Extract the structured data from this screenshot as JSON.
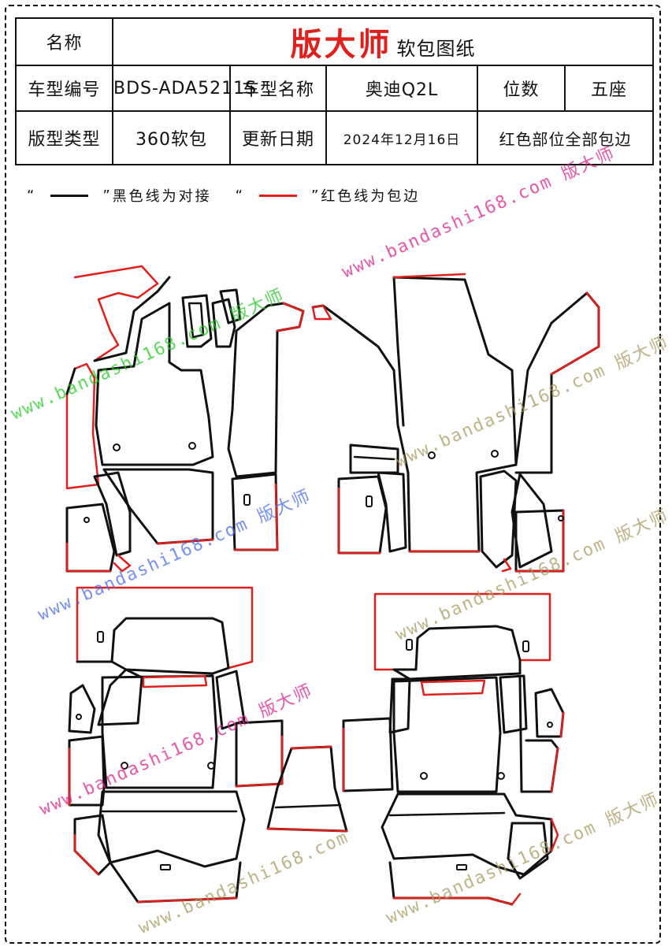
{
  "header": {
    "name_label": "名称",
    "brand": "版大师",
    "doc_type": "软包图纸",
    "model_code_label": "车型编号",
    "model_code": "BDS-ADA5211S",
    "model_name_label": "车型名称",
    "model_name": "奥迪Q2L",
    "seats_label": "位数",
    "seats": "五座",
    "pattern_type_label": "版型类型",
    "pattern_type": "360软包",
    "update_date_label": "更新日期",
    "update_date": "2024年12月16日",
    "note": "红色部位全部包边"
  },
  "legend": {
    "open_quote_1": "“",
    "close_quote_1": "”",
    "black_text": "黑色线为对接",
    "open_quote_2": "“",
    "close_quote_2": "”",
    "red_text": "红色线为包边"
  },
  "watermarks": {
    "url": "www.bandashi168.com",
    "brand": "版大师"
  },
  "colors": {
    "edge_red": "#e0201c",
    "seam_black": "#111111",
    "wm_green": "#22cc22",
    "wm_blue": "#4a6cf0",
    "wm_pink": "#e0208a",
    "wm_tan": "#a89a60"
  }
}
